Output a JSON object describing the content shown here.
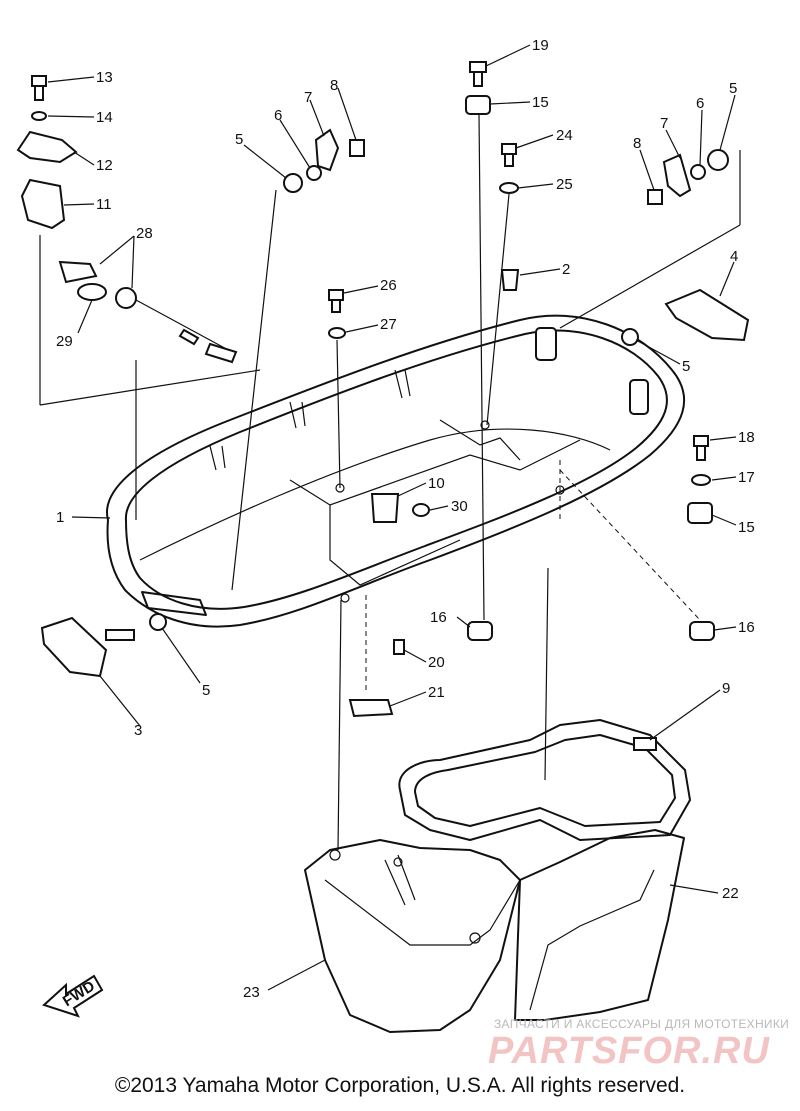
{
  "callouts": {
    "c1": "1",
    "c2": "2",
    "c3": "3",
    "c4": "4",
    "c5a": "5",
    "c5b": "5",
    "c5c": "5",
    "c5d": "5",
    "c6a": "6",
    "c6b": "6",
    "c7a": "7",
    "c7b": "7",
    "c8a": "8",
    "c8b": "8",
    "c9": "9",
    "c10": "10",
    "c11": "11",
    "c12": "12",
    "c13": "13",
    "c14": "14",
    "c15a": "15",
    "c15b": "15",
    "c16a": "16",
    "c16b": "16",
    "c17": "17",
    "c18": "18",
    "c19": "19",
    "c20": "20",
    "c21": "21",
    "c22": "22",
    "c23": "23",
    "c24": "24",
    "c25": "25",
    "c26": "26",
    "c27": "27",
    "c28": "28",
    "c29": "29",
    "c30": "30"
  },
  "direction_arrow_label": "FWD",
  "watermark": {
    "small_text": "ЗАПЧАСТИ И АКСЕССУАРЫ ДЛЯ МОТОТЕХНИКИ",
    "logo_text": "PARTSFOR.RU"
  },
  "copyright": "©2013 Yamaha Motor Corporation, U.S.A. All rights reserved."
}
